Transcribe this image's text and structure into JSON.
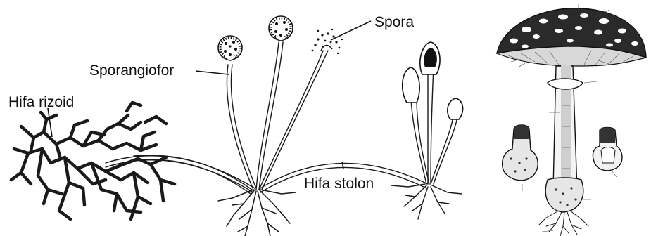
{
  "rhizopus": {
    "labels": {
      "sporangiophore": "Sporangiofor",
      "spore": "Spora",
      "rhizoid": "Hifa rizoid",
      "stolon": "Hifa stolon"
    }
  },
  "colors": {
    "ink": "#111111",
    "background": "#ffffff",
    "pale_gray": "#d8d8d8"
  }
}
